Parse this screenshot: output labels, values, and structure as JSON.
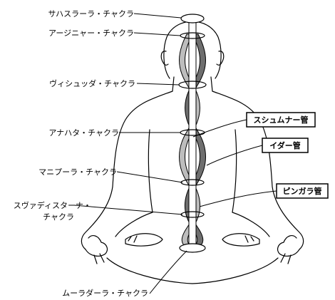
{
  "chakras": [
    {
      "id": "sahasrara",
      "label": "サハスラーラ・チャクラ"
    },
    {
      "id": "ajna",
      "label": "アージニャー・チャクラ"
    },
    {
      "id": "vishuddha",
      "label": "ヴィシュッダ・チャクラ"
    },
    {
      "id": "anahata",
      "label": "アナハタ・チャクラ"
    },
    {
      "id": "manipura",
      "label": "マニプーラ・チャクラ"
    },
    {
      "id": "svadhisthana",
      "label_line1": "スヴァディスターナ・",
      "label_line2": "チャクラ"
    },
    {
      "id": "muladhara",
      "label": "ムーラダーラ・チャクラ"
    }
  ],
  "channels": {
    "sushumna": "スシュムナー管",
    "ida": "イダー管",
    "pingala": "ピンガラ管"
  },
  "colors": {
    "ida": "#bdbdbd",
    "pingala": "#6e6e6e",
    "line": "#000000"
  }
}
